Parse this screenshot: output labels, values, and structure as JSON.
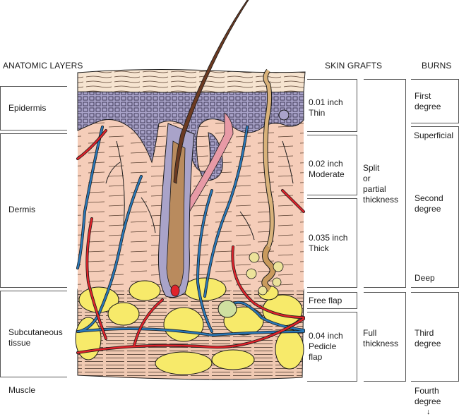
{
  "headings": {
    "anatomic_layers": "ANATOMIC LAYERS",
    "skin_grafts": "SKIN GRAFTS",
    "burns": "BURNS"
  },
  "anatomic_layers": [
    {
      "label": "Epidermis"
    },
    {
      "label": "Dermis"
    },
    {
      "label": "Subcutaneous\ntissue"
    },
    {
      "label": "Muscle"
    }
  ],
  "skin_grafts": {
    "thickness": [
      {
        "line1": "0.01 inch",
        "line2": "Thin"
      },
      {
        "line1": "0.02 inch",
        "line2": "Moderate"
      },
      {
        "line1": "0.035 inch",
        "line2": "Thick"
      },
      {
        "line1": "Free flap",
        "line2": ""
      },
      {
        "line1": "0.04 inch",
        "line2": "Pedicle",
        "line3": "flap"
      }
    ],
    "types": [
      {
        "lines": [
          "Split",
          "or",
          "partial",
          "thickness"
        ]
      },
      {
        "lines": [
          "Full",
          "thickness"
        ]
      }
    ]
  },
  "burns": [
    {
      "lines": [
        "First",
        "degree"
      ]
    },
    {
      "top": "Superficial",
      "lines": [
        "Second",
        "degree"
      ],
      "bottom": "Deep"
    },
    {
      "lines": [
        "Third",
        "degree"
      ]
    },
    {
      "lines": [
        "Fourth",
        "degree"
      ],
      "arrow": "↓"
    }
  ],
  "colors": {
    "stratum_corneum": "#f6e4d0",
    "epidermis_cells": "#a9a3c9",
    "dermis": "#f5cdb9",
    "fat": "#f7ea6a",
    "artery": "#e0232b",
    "vein": "#2a78b8",
    "hair": "#6b3a22",
    "sweat_duct": "#d9b27a",
    "outline": "#1a1a1a"
  }
}
